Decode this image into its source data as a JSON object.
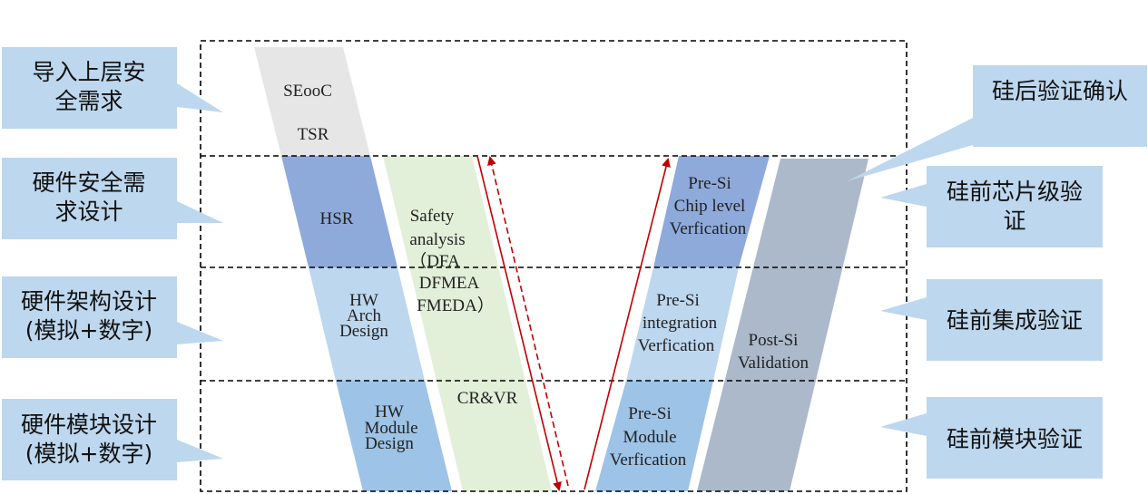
{
  "colors": {
    "grey_band": "#e6e6e6",
    "hsr_band": "#8eaadb",
    "arch_band": "#bdd7ee",
    "module_band": "#9dc3e6",
    "safety_band": "#e2efd9",
    "presi_chip": "#8eaadb",
    "presi_integration": "#bdd7ee",
    "presi_module": "#9dc3e6",
    "postsi": "#acb9ca",
    "callout": "#bdd7ee",
    "arrow": "#c00000",
    "dashed_border": "#000000"
  },
  "left_callouts": [
    {
      "lines": [
        "导入上层安",
        "全需求"
      ]
    },
    {
      "lines": [
        "硬件安全需",
        "求设计"
      ]
    },
    {
      "lines": [
        "硬件架构设计",
        "(模拟+数字)"
      ]
    },
    {
      "lines": [
        "硬件模块设计",
        "(模拟+数字)"
      ]
    }
  ],
  "right_callouts": [
    {
      "lines": [
        "硅后验证确认"
      ]
    },
    {
      "lines": [
        "硅前芯片级验",
        "证"
      ]
    },
    {
      "lines": [
        "硅前集成验证"
      ]
    },
    {
      "lines": [
        "硅前模块验证"
      ]
    }
  ],
  "left_v": {
    "seooc": "SEooC",
    "tsr": "TSR",
    "hsr": "HSR",
    "arch": [
      "HW",
      "Arch",
      "Design"
    ],
    "module": [
      "HW",
      "Module",
      "Design"
    ]
  },
  "safety": {
    "lines": [
      "Safety",
      "analysis",
      "（DFA",
      "DFMEA",
      "FMEDA）"
    ],
    "crvr": "CR&VR"
  },
  "right_v": {
    "chip": [
      "Pre-Si",
      "Chip level",
      "Verfication"
    ],
    "integration": [
      "Pre-Si",
      "integration",
      "Verfication"
    ],
    "module": [
      "Pre-Si",
      "Module",
      "Verfication"
    ],
    "postsi": [
      "Post-Si",
      "Validation"
    ]
  }
}
